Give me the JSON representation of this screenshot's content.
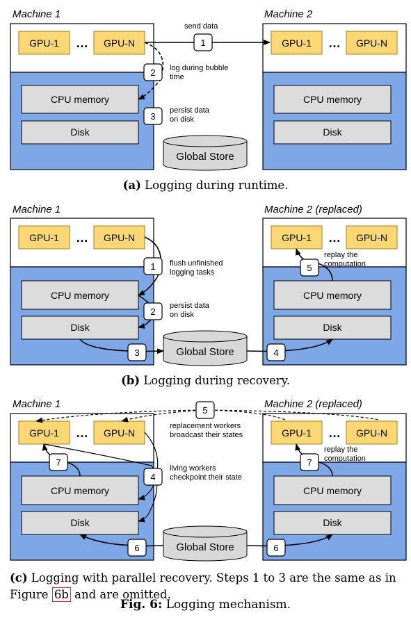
{
  "labels": {
    "machine_1": "Machine 1",
    "machine_2": "Machine 2",
    "machine_2_replaced": "Machine 2 (replaced)",
    "gpu_1": "GPU-1",
    "gpu_n": "GPU-N",
    "dots": "…",
    "cpu_memory": "CPU memory",
    "disk": "Disk",
    "global_store": "Global Store"
  },
  "panel_a": {
    "step_1": "1",
    "step_1_text": "send data",
    "step_2": "2",
    "step_2_line1": "log during bubble",
    "step_2_line2": "time",
    "step_3": "3",
    "step_3_line1": "persist data",
    "step_3_line2": "on disk"
  },
  "panel_b": {
    "step_1": "1",
    "step_1_line1": "flush unfinished",
    "step_1_line2": "logging tasks",
    "step_2": "2",
    "step_2_line1": "persist data",
    "step_2_line2": "on disk",
    "step_3": "3",
    "step_4": "4",
    "step_5": "5",
    "step_5_line1": "replay the",
    "step_5_line2": "computation"
  },
  "panel_c": {
    "step_5": "5",
    "step_5_line1": "replacement workers",
    "step_5_line2": "broadcast their states",
    "step_4": "4",
    "step_4_line1": "living workers",
    "step_4_line2": "checkpoint their state",
    "step_7": "7",
    "step_7_right_line1": "replay the",
    "step_7_right_line2": "computation",
    "step_6": "6"
  },
  "captions": {
    "a_label": "(a)",
    "a_text": "Logging during runtime.",
    "b_label": "(b)",
    "b_text": "Logging during recovery.",
    "c_label": "(c)",
    "c_text_1": "Logging with parallel recovery. Steps 1 to 3 are the same as in Figure ",
    "c_ref": "6b",
    "c_text_2": " and are omitted.",
    "fig_label": "Fig. 6:",
    "fig_text": "Logging mechanism."
  },
  "colors": {
    "gpu_fill": "#fcd874",
    "gpu_stroke": "#a07f20",
    "machine_lower": "#7da7e6",
    "component_fill": "#dcdcdc",
    "store_fill": "#d8d8d8",
    "ref_box": "#e03030"
  }
}
